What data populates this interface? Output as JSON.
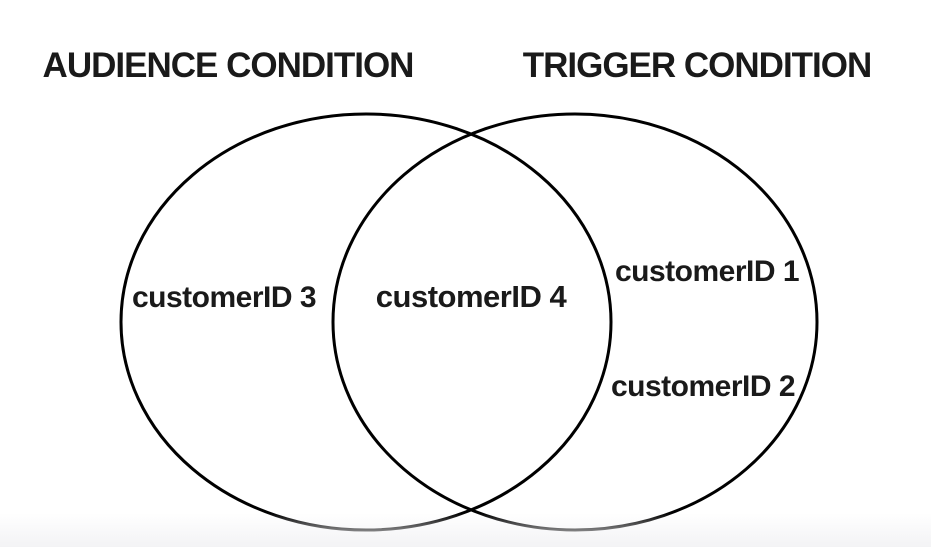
{
  "page": {
    "background_color": "#ffffff",
    "footer_tint_color": "#f3f3f5"
  },
  "venn": {
    "type": "venn-diagram",
    "stroke_color": "#000000",
    "text_color": "#1a1a1a",
    "titles": {
      "audience": "AUDIENCE CONDITION",
      "trigger": "TRIGGER CONDITION"
    },
    "regions": {
      "audience_only": {
        "belongs_to": "AUDIENCE CONDITION",
        "items": [
          "customerID 3"
        ]
      },
      "intersection": {
        "belongs_to": "AUDIENCE CONDITION + TRIGGER CONDITION",
        "items": [
          "customerID 4"
        ]
      },
      "trigger_only": {
        "belongs_to": "TRIGGER CONDITION",
        "items": [
          "customerID 1",
          "customerID 2"
        ]
      }
    }
  }
}
